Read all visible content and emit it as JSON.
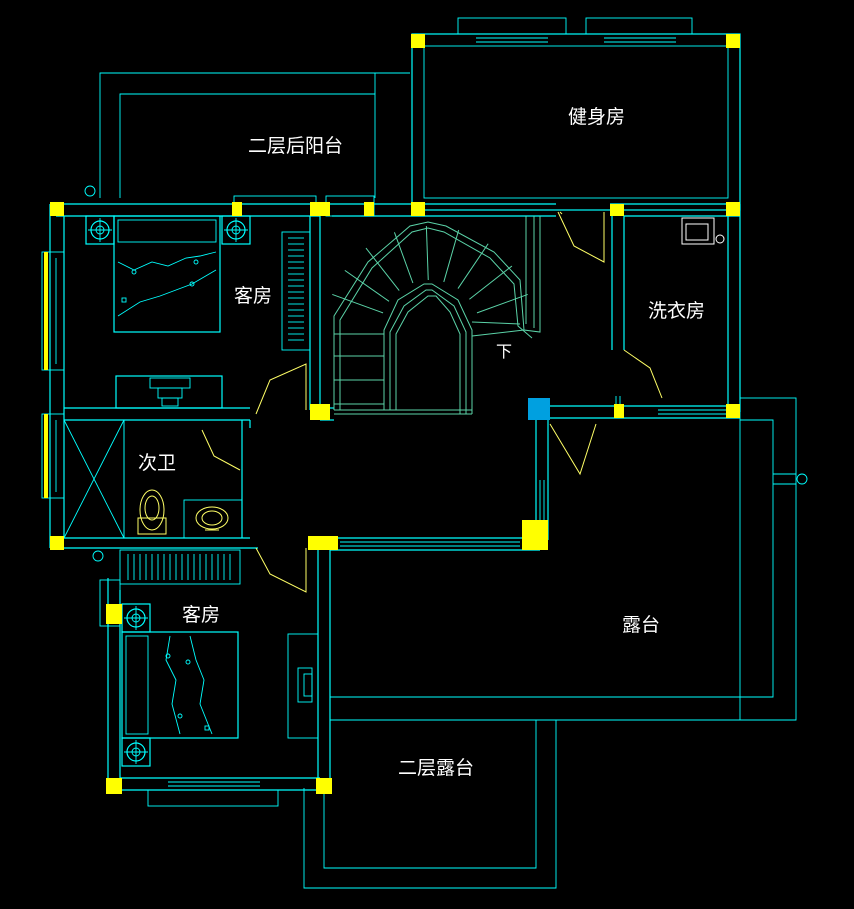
{
  "rooms": {
    "rear_balcony": "二层后阳台",
    "gym": "健身房",
    "guest_room_1": "客房",
    "laundry": "洗衣房",
    "stair_down": "下",
    "bathroom": "次卫",
    "guest_room_2": "客房",
    "terrace": "露台",
    "second_floor_terrace": "二层露台"
  },
  "colors": {
    "wall": "#00ffff",
    "column": "#ffff00",
    "stair": "#5bd3a8",
    "door_swing": "#ffff66",
    "marker": "#00a0e0",
    "background": "#000000",
    "text": "#ffffff"
  }
}
